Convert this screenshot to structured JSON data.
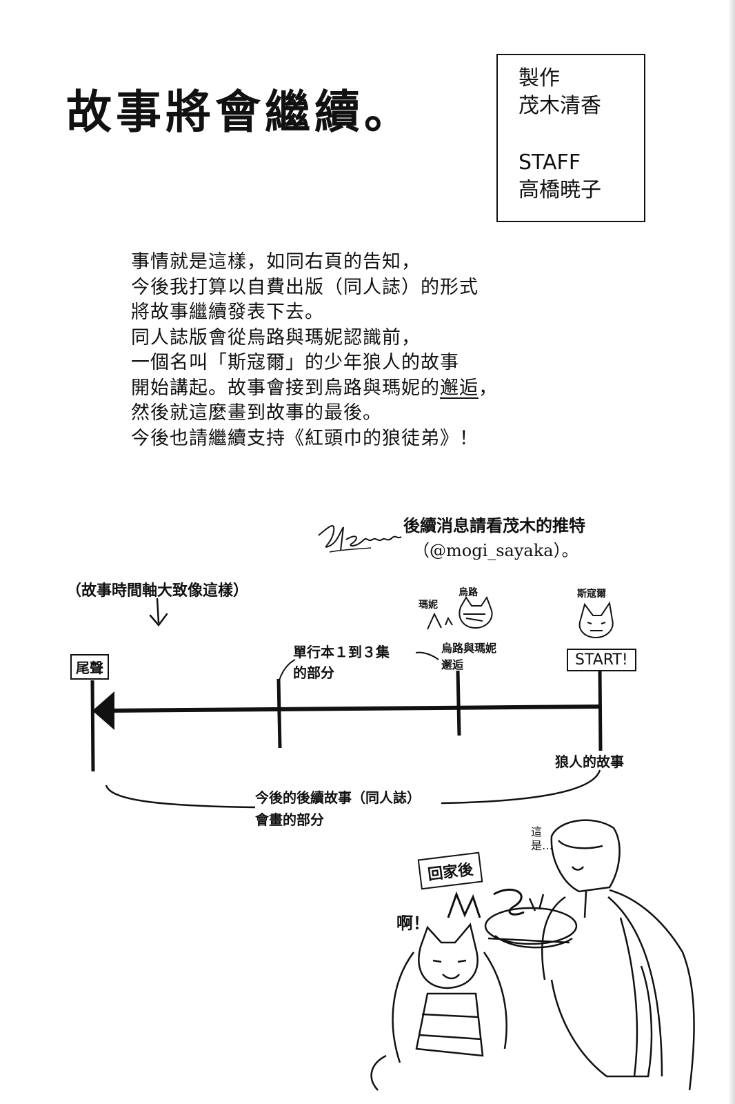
{
  "title": "故事將會繼續。",
  "credits": {
    "production_label": "製作",
    "production_name": "茂木清香",
    "staff_label": "STAFF",
    "staff_name": "高橋暁子"
  },
  "message_lines": [
    "事情就是這樣，如同右頁的告知，",
    "今後我打算以自費出版（同人誌）的形式",
    "將故事繼續發表下去。",
    "同人誌版會從烏路與瑪妮認識前，",
    "一個名叫「斯寇爾」的少年狼人的故事",
    "開始講起。故事會接到烏路與瑪妮的",
    "邂逅",
    "，",
    "然後就這麼畫到故事的最後。",
    "今後也請繼續支持《紅頭巾的狼徒弟》！"
  ],
  "follow": {
    "text": "後續消息請看茂木的推特",
    "handle": "（@mogi_sayaka）。"
  },
  "timeline": {
    "caption": "（故事時間軸大致像這樣）",
    "end_label": "尾聲",
    "volumes_label_1": "單行本１到３集",
    "volumes_label_2": "的部分",
    "meet_label_1": "烏路與瑪妮",
    "meet_label_2": "邂逅",
    "start_label": "START!",
    "wolf_story_label": "狼人的故事",
    "future_label_1": "今後的後續故事（同人誌）",
    "future_label_2": "會畫的部分",
    "char_wu": "烏路",
    "char_mani": "瑪妮",
    "char_sk": "斯寇爾"
  },
  "comic": {
    "sign": "回家後",
    "exclaim": "啊！",
    "speech": "這是…"
  }
}
